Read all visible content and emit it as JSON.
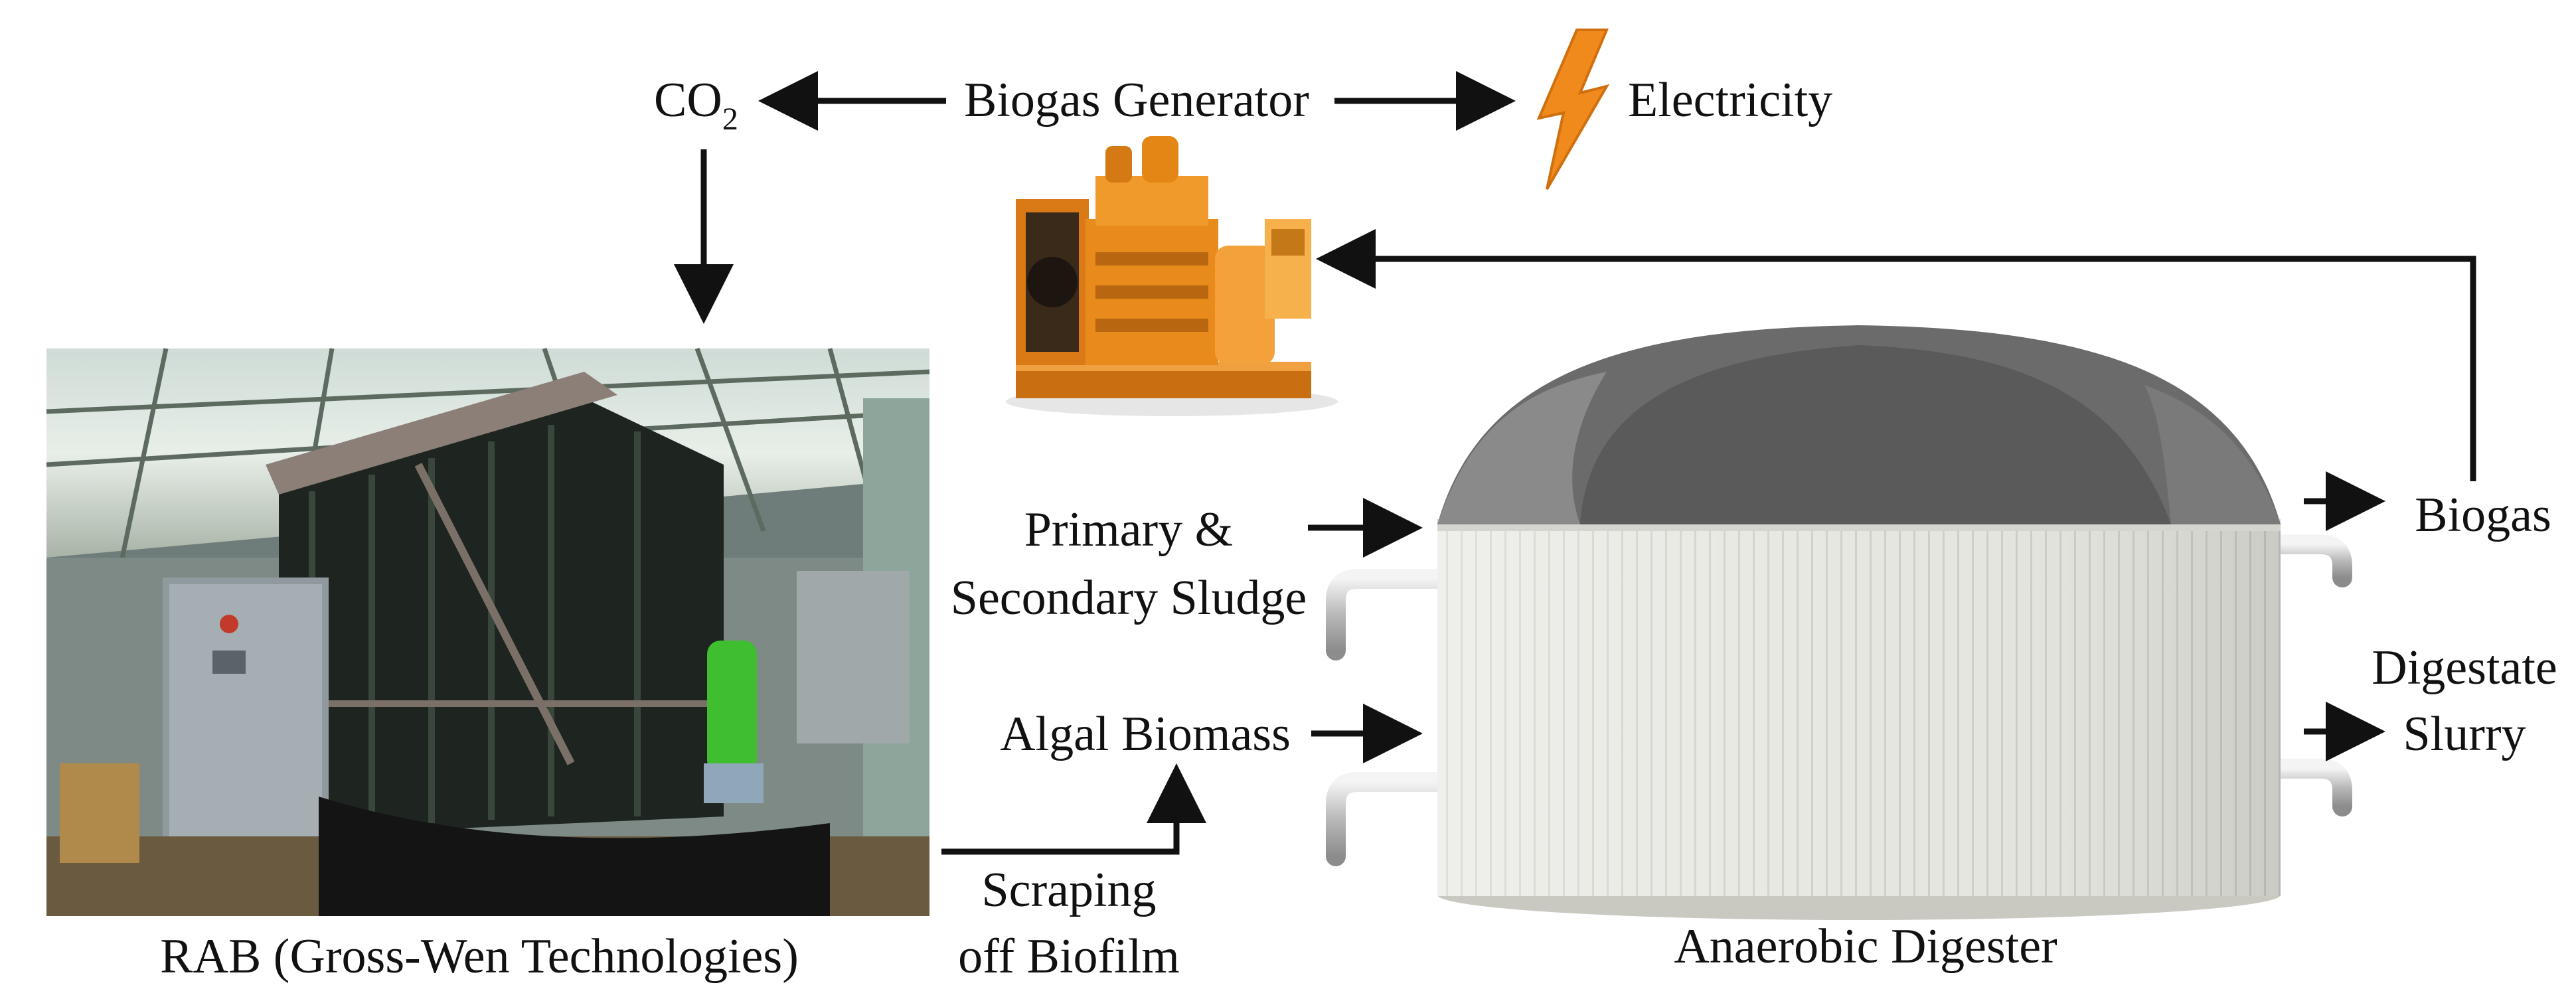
{
  "labels": {
    "co2_main": "CO",
    "co2_sub": "2",
    "biogas_generator": "Biogas Generator",
    "electricity": "Electricity",
    "primary_line1": "Primary &",
    "primary_line2": "Secondary Sludge",
    "algal_biomass": "Algal Biomass",
    "biogas": "Biogas",
    "digestate_line1": "Digestate",
    "digestate_line2": "Slurry",
    "scraping_line1": "Scraping",
    "scraping_line2": "off Biofilm",
    "rab_caption": "RAB (Gross-Wen Technologies)",
    "digester_caption": "Anaerobic Digester"
  },
  "icons": {
    "generator": "diesel-generator-icon",
    "electricity": "lightning-bolt-icon",
    "photo": "revolving-algal-biofilm-photo"
  },
  "colors": {
    "bolt": "#f08a1c",
    "generator": "#e88a1a",
    "dome_dark": "#555555",
    "dome_mid": "#6e6e6e",
    "tank_body": "#e2e2dc",
    "pipe": "#c8c8c8",
    "arrow": "#111111"
  }
}
